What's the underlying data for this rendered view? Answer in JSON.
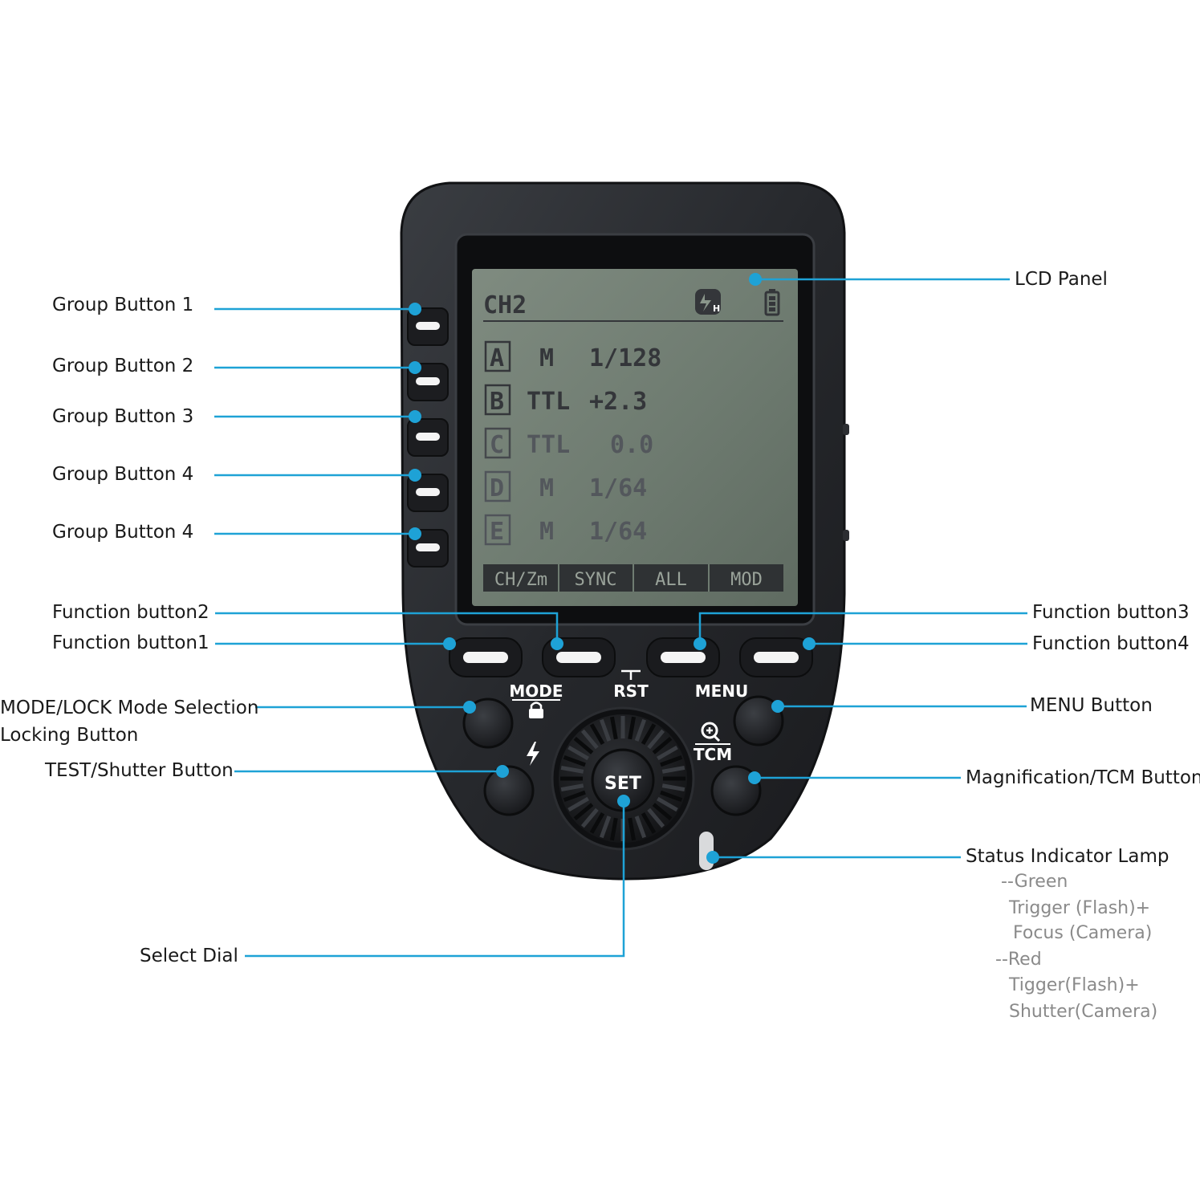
{
  "lcd": {
    "channel": "CH2",
    "sync_icon": "high-speed-sync-icon",
    "battery_icon": "battery-icon",
    "rows": [
      {
        "group": "A",
        "mode": "M",
        "value": "1/128"
      },
      {
        "group": "B",
        "mode": "TTL",
        "value": "+2.3"
      },
      {
        "group": "C",
        "mode": "TTL",
        "value": "0.0"
      },
      {
        "group": "D",
        "mode": "M",
        "value": "1/64"
      },
      {
        "group": "E",
        "mode": "M",
        "value": "1/64"
      }
    ],
    "tabs": [
      "CH/Zm",
      "SYNC",
      "ALL",
      "MOD"
    ]
  },
  "device": {
    "mode_label": "MODE",
    "rst_label": "RST",
    "menu_label": "MENU",
    "tcm_label": "TCM",
    "set_label": "SET",
    "lock_icon": "lock-icon",
    "flash_icon": "flash-icon",
    "magnify_icon": "magnify-icon"
  },
  "callouts": {
    "lcd_panel": "LCD Panel",
    "group1": "Group Button 1",
    "group2": "Group Button 2",
    "group3": "Group Button 3",
    "group4": "Group Button 4",
    "group5": "Group Button 4",
    "fn2": "Function button2",
    "fn1": "Function button1",
    "fn3": "Function button3",
    "fn4": "Function button4",
    "mode_lock_line1": "MODE/LOCK Mode Selection",
    "mode_lock_line2": "Locking Button",
    "test_shutter": "TEST/Shutter Button",
    "menu_button": "MENU Button",
    "magnification": "Magnification/TCM Button",
    "status_lamp": "Status Indicator Lamp",
    "select_dial": "Select Dial"
  },
  "status_notes": [
    "--Green",
    "Trigger (Flash)+",
    "Focus (Camera)",
    "--Red",
    "Tigger(Flash)+",
    "Shutter(Camera)"
  ],
  "colors": {
    "leader": "#1ea2d6",
    "body": "#26282c",
    "lcd": "#6f7c71"
  }
}
